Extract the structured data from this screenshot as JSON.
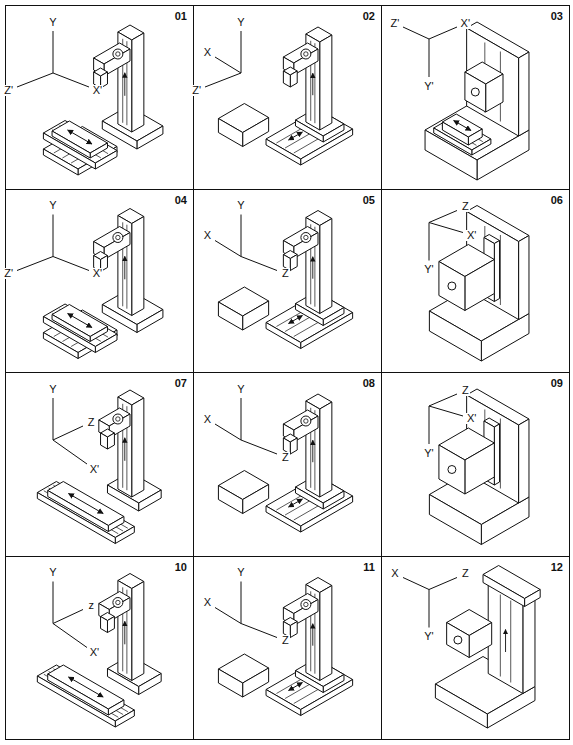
{
  "diagram": {
    "nodes": [
      {
        "text": [
          "01"
        ]
      },
      {
        "text": [
          "02"
        ]
      },
      {
        "text": [
          "03"
        ]
      },
      {
        "text": [
          "04"
        ]
      },
      {
        "text": [
          "05"
        ]
      },
      {
        "text": [
          "06"
        ]
      },
      {
        "text": [
          "07"
        ]
      },
      {
        "text": [
          "08"
        ]
      },
      {
        "text": [
          "09"
        ]
      },
      {
        "text": [
          "10"
        ]
      },
      {
        "text": [
          "11"
        ]
      },
      {
        "text": [
          "12"
        ]
      }
    ],
    "labels": [
      "Y",
      "Z'",
      "X'",
      "X",
      "Y",
      "Z'",
      "Z'",
      "X'",
      "Y'",
      "Y",
      "Z'",
      "X'",
      "X",
      "Y",
      "Z",
      "Z",
      "X'",
      "Y'",
      "Y",
      "Z",
      "X'",
      "X",
      "Y",
      "Z",
      "Z",
      "X'",
      "Y'",
      "Y",
      "z",
      "X'",
      "X",
      "Y",
      "Z",
      "X",
      "Z",
      "Y'"
    ]
  }
}
